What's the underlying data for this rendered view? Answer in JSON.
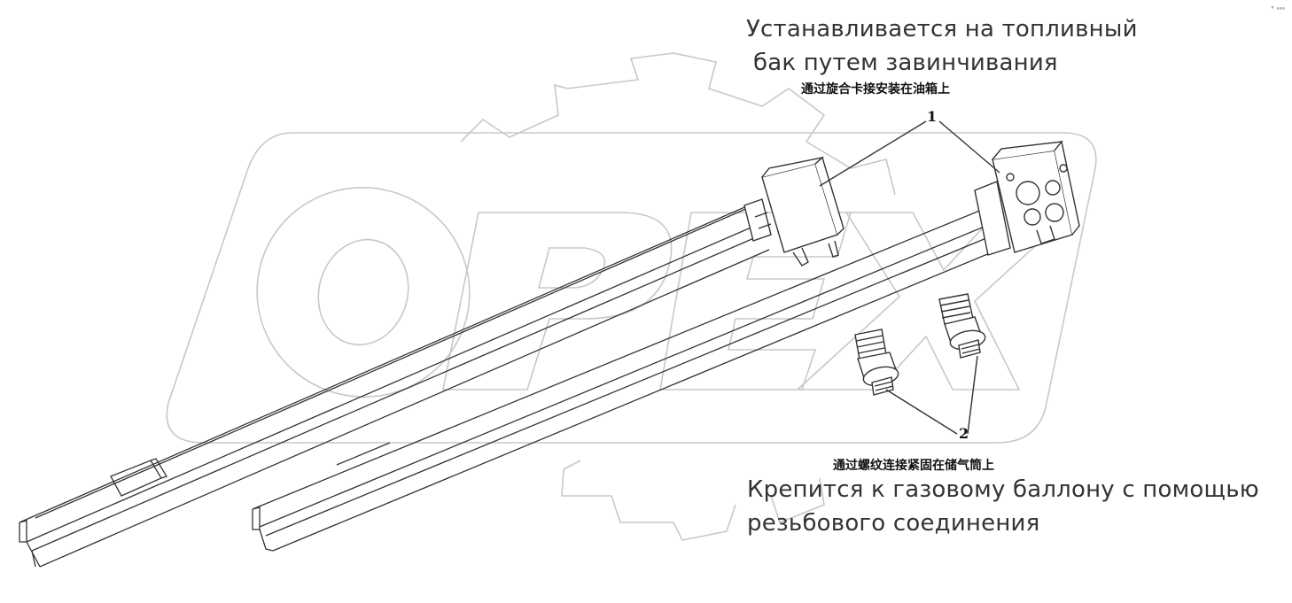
{
  "watermark": {
    "text": "OPEX",
    "color": "#d0d0d0"
  },
  "annotations": {
    "top_ru_line1": "Устанавливается на топливный",
    "top_ru_line2": "бак путем завинчивания",
    "top_cn": "通过旋合卡接安装在油箱上",
    "bottom_cn": "通过螺纹连接紧固在储气筒上",
    "bottom_ru_line1": "Крепится к газовому баллону с помощью",
    "bottom_ru_line2": "резьбового соединения"
  },
  "callouts": {
    "part1": "1",
    "part2": "2"
  },
  "colors": {
    "line": "#333333",
    "watermark": "#c8c8c8"
  }
}
